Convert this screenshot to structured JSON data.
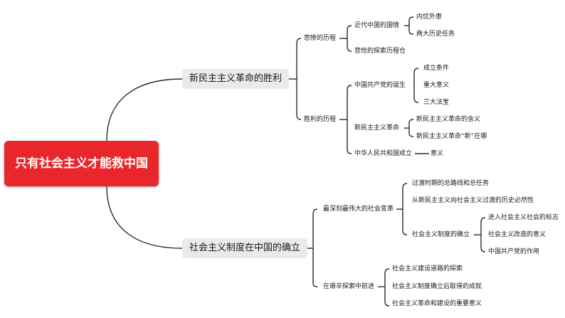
{
  "root": "只有社会主义才能救中国",
  "branch1": {
    "label": "新民主主义革命的胜利",
    "tragic": {
      "label": "悲惨的历程",
      "national": {
        "label": "近代中国的国情",
        "items": [
          "内忧外患",
          "两大历史任务"
        ]
      },
      "explore": "悲怆的探索历程仓"
    },
    "victory": {
      "label": "胜利的历程",
      "cpc": {
        "label": "中国共产党的诞生",
        "items": [
          "成立条件",
          "重大意义",
          "三大法宝"
        ]
      },
      "nd": {
        "label": "新民主主义革命",
        "items": [
          "新民主主义革命的含义",
          "新民主主义革命“新”在哪"
        ]
      },
      "prc": {
        "label": "中华人民共和国成立",
        "items": [
          "意义"
        ]
      }
    }
  },
  "branch2": {
    "label": "社会主义制度在中国的确立",
    "change": {
      "label": "最深刻最伟大的社会变革",
      "items": [
        "过渡时期的总路线和总任务",
        "从新民主主义向社会主义过渡的历史必然性"
      ],
      "system": {
        "label": "社会主义制度的确立",
        "items": [
          "进入社会主义社会的标志",
          "社会主义改造的意义",
          "中国共产党的作用"
        ]
      }
    },
    "hard": {
      "label": "在艰辛探索中前进",
      "items": [
        "社会主义建设道路的探索",
        "社会主义制度确立后取得的成就",
        "社会主义革命和建设的重要意义"
      ]
    }
  }
}
